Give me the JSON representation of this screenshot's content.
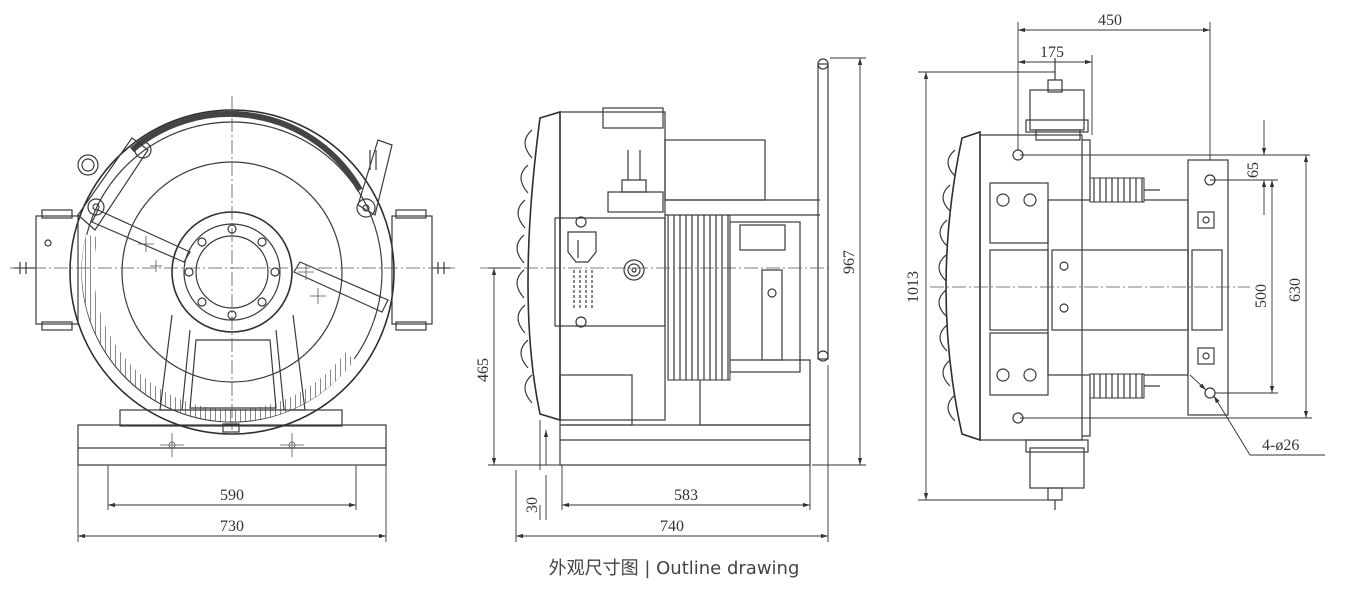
{
  "caption": "外观尺寸图 | Outline drawing",
  "dimensions": {
    "front_590": "590",
    "front_730": "730",
    "side_465": "465",
    "side_30": "30",
    "side_583": "583",
    "side_740": "740",
    "side_967": "967",
    "right_450": "450",
    "right_175": "175",
    "right_1013": "1013",
    "right_65": "65",
    "right_500": "500",
    "right_630": "630",
    "right_holes": "4-ø26"
  }
}
